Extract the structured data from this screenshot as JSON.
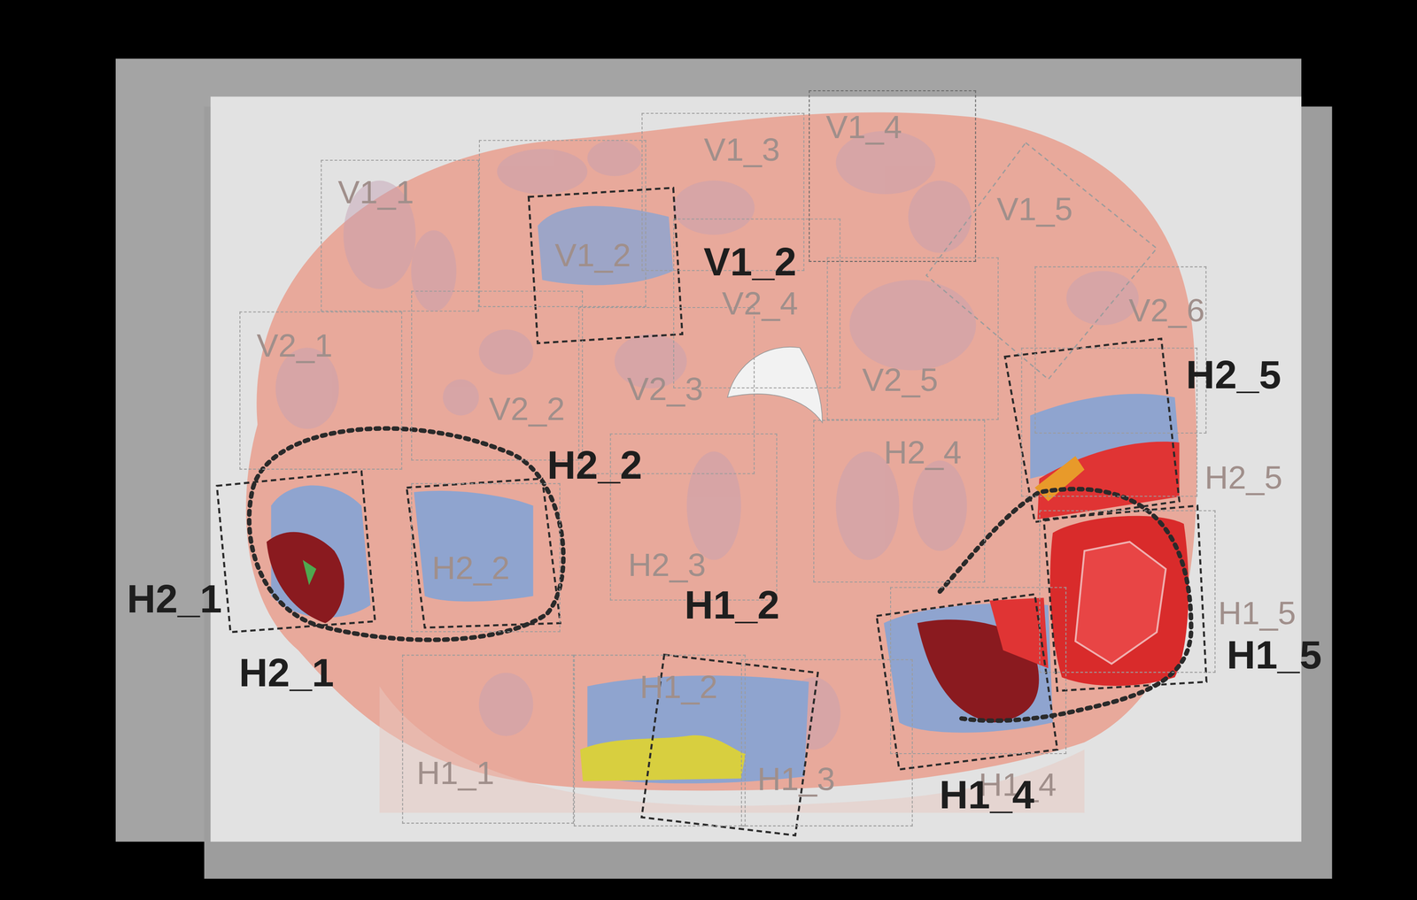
{
  "diagram": {
    "nodes": [
      {
        "text": [
          "V1_1"
        ]
      },
      {
        "text": [
          "V1_2"
        ]
      },
      {
        "text": [
          "V1_3"
        ]
      },
      {
        "text": [
          "V1_4"
        ]
      },
      {
        "text": [
          "V1_5"
        ]
      },
      {
        "text": [
          "V2_1"
        ]
      },
      {
        "text": [
          "V2_2"
        ]
      },
      {
        "text": [
          "V2_3"
        ]
      },
      {
        "text": [
          "V2_4"
        ]
      },
      {
        "text": [
          "V2_5"
        ]
      },
      {
        "text": [
          "V2_6"
        ]
      },
      {
        "text": [
          "H2_2"
        ]
      },
      {
        "text": [
          "H2_3"
        ]
      },
      {
        "text": [
          "H2_4"
        ]
      },
      {
        "text": [
          "H2_5"
        ]
      },
      {
        "text": [
          "H1_1"
        ]
      },
      {
        "text": [
          "H1_2"
        ]
      },
      {
        "text": [
          "H1_3"
        ]
      },
      {
        "text": [
          "H1_4"
        ]
      },
      {
        "text": [
          "H1_5"
        ]
      }
    ],
    "labels": [
      "V1_2",
      "H2_5",
      "H2_2",
      "H2_1",
      "H2_1",
      "H1_2",
      "H1_5",
      "H1_4"
    ]
  }
}
